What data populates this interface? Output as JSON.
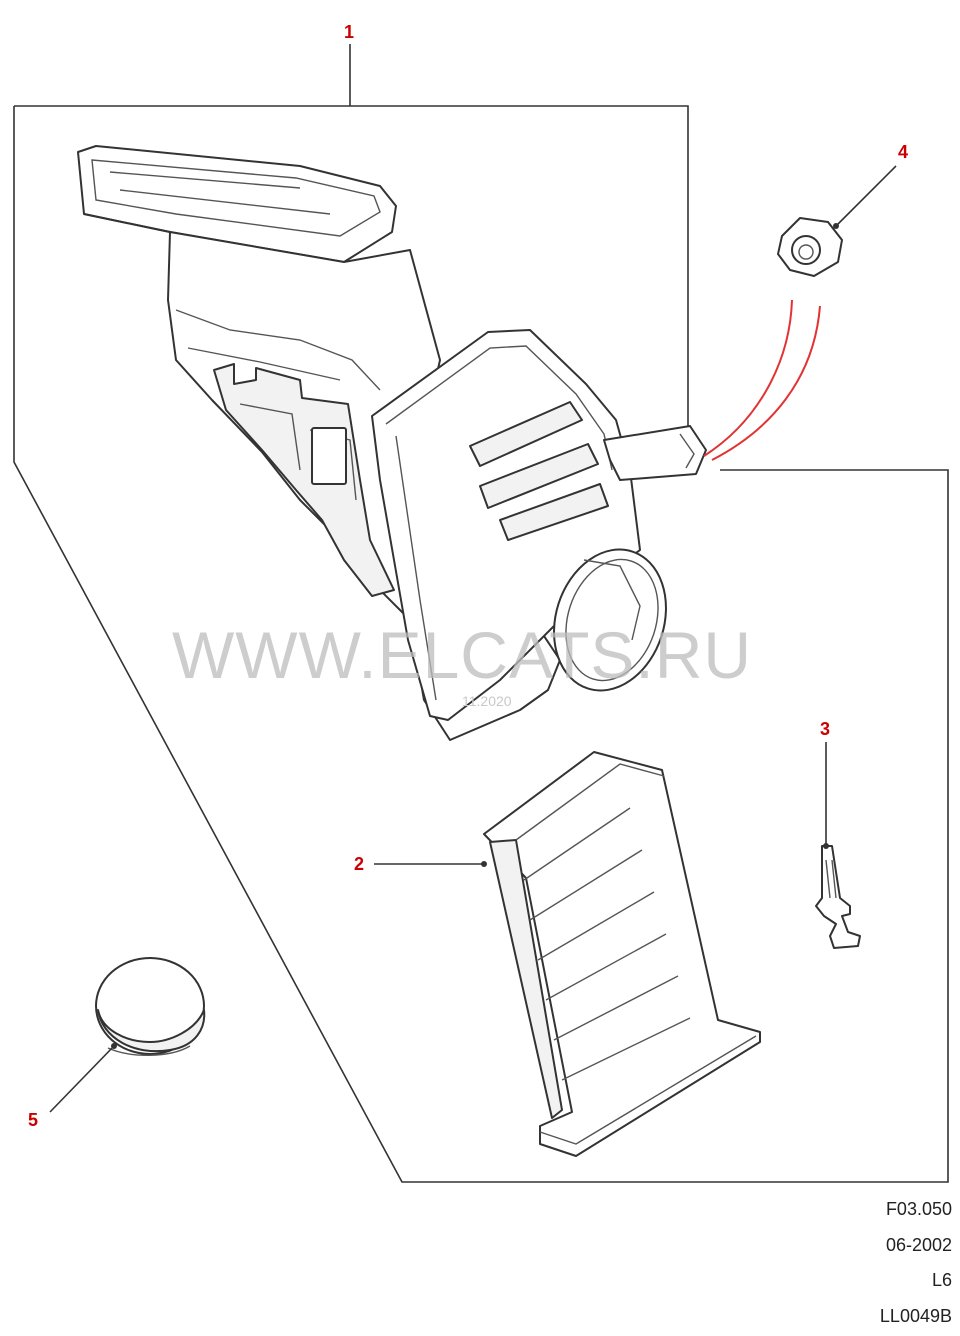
{
  "callouts": [
    {
      "id": "1",
      "label": "1"
    },
    {
      "id": "2",
      "label": "2"
    },
    {
      "id": "3",
      "label": "3"
    },
    {
      "id": "4",
      "label": "4"
    },
    {
      "id": "5",
      "label": "5"
    }
  ],
  "watermark": {
    "text": "WWW.ELCATS.RU",
    "year": "11.2020"
  },
  "reference": {
    "figure": "F03.050",
    "date": "06-2002",
    "model": "L6",
    "code": "LL0049B"
  },
  "colors": {
    "callout": "#cc0000",
    "leader_highlight": "#e23333",
    "line": "#333333",
    "watermark": "#bdbdbd"
  }
}
